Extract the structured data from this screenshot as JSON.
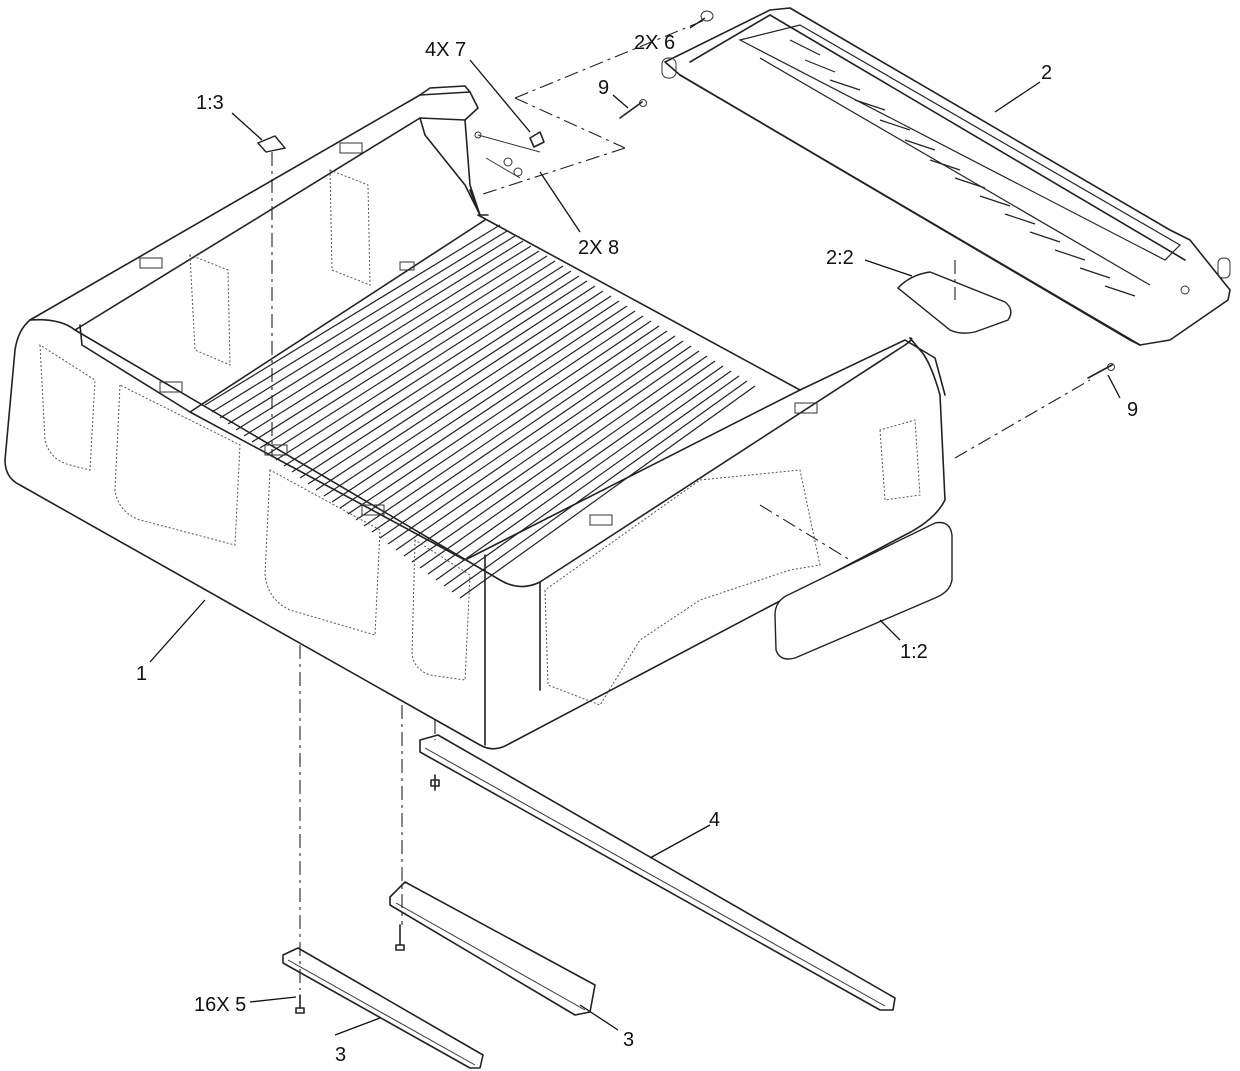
{
  "callouts": {
    "c_1": "1",
    "c_1_2": "1:2",
    "c_1_3": "1:3",
    "c_2": "2",
    "c_2_2": "2:2",
    "c_2x6": "2X 6",
    "c_2x8": "2X 8",
    "c_4x7": "4X 7",
    "c_9_top": "9",
    "c_9_right": "9",
    "c_4": "4",
    "c_3_left": "3",
    "c_3_right": "3",
    "c_16x5": "16X 5"
  }
}
